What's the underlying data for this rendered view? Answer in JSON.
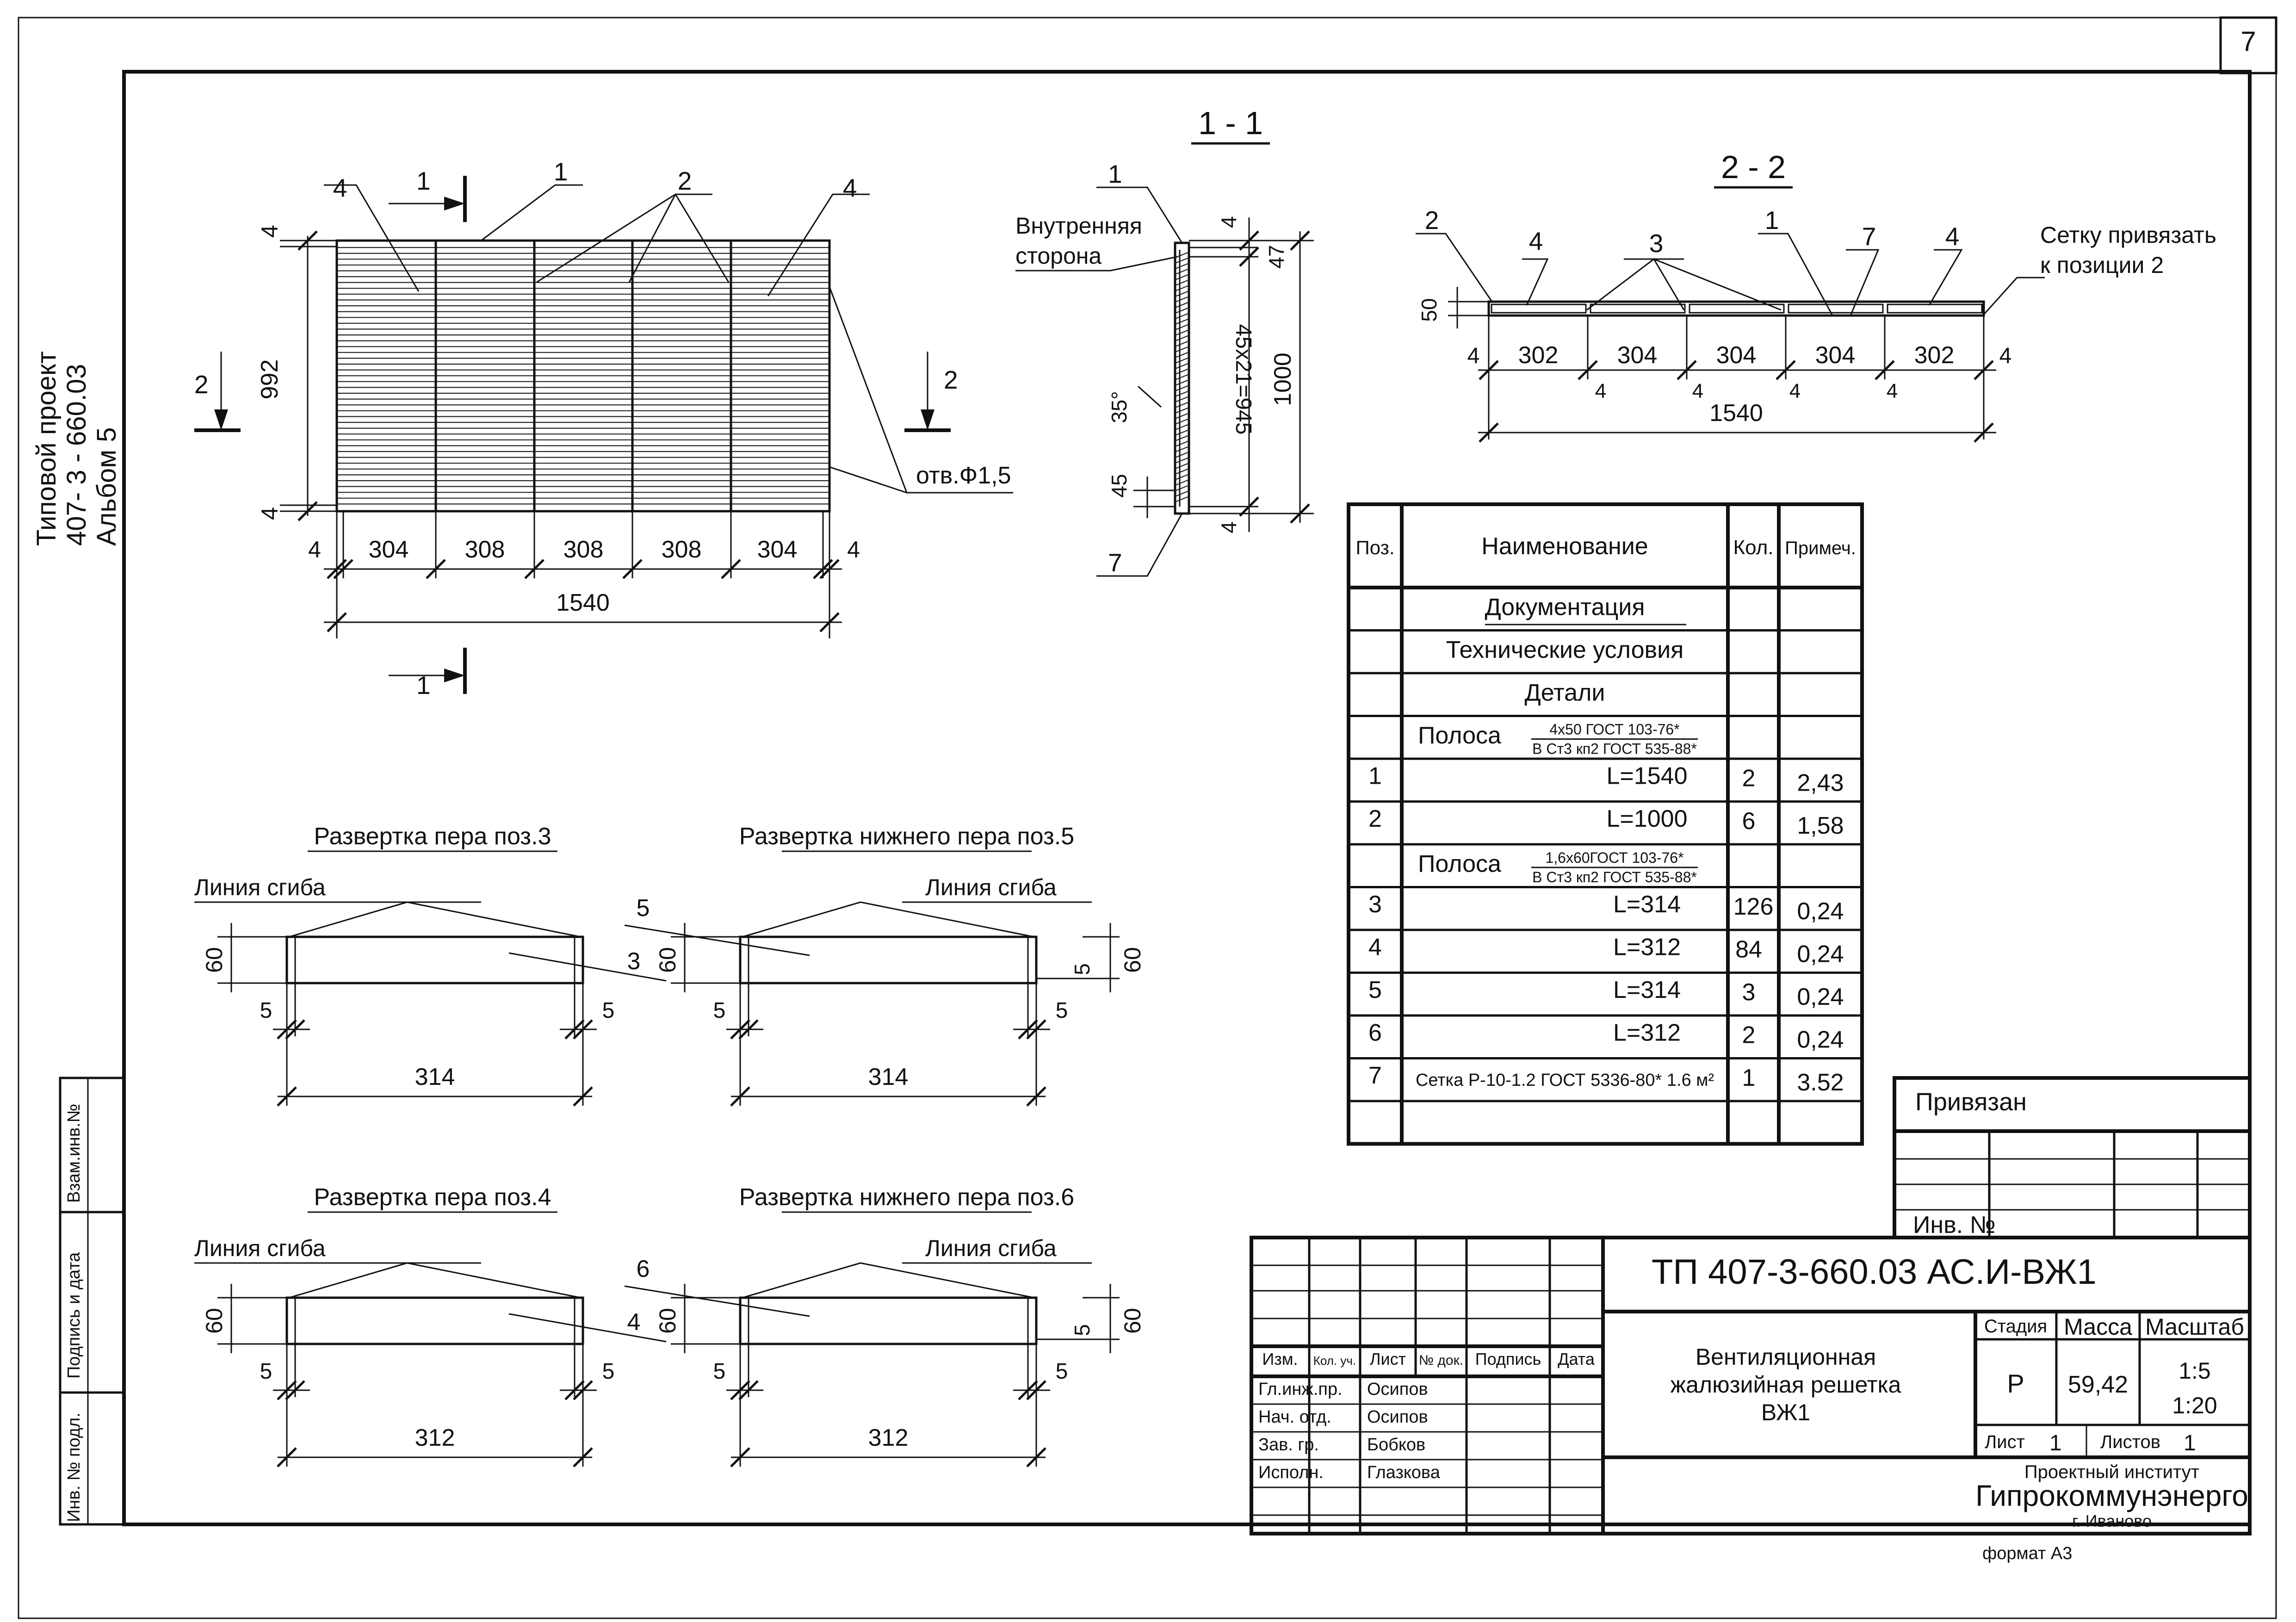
{
  "sheet_number": "7",
  "side_label": {
    "line1": "Типовой проект",
    "line2": "407- 3 - 660.03",
    "line3": "Альбом 5"
  },
  "left_stamp": {
    "vzam": "Взам.инв.№",
    "podpis": "Подпись и дата",
    "inv": "Инв. № подл."
  },
  "plan": {
    "callouts": {
      "c4a": "4",
      "c1": "1",
      "c2": "2",
      "c4b": "4"
    },
    "cut1_top": "1",
    "cut1_bottom": "1",
    "cut2_left": "2",
    "cut2_right": "2",
    "dim_height": "992",
    "dim_top": "4",
    "dim_bottom": "4",
    "dims_bottom": [
      "4",
      "304",
      "308",
      "308",
      "308",
      "304",
      "4"
    ],
    "dim_total": "1540",
    "hole_label": "отв.Ф1,5"
  },
  "section11": {
    "title": "1 - 1",
    "inner_side_l1": "Внутренняя",
    "inner_side_l2": "сторона",
    "c1": "1",
    "c7": "7",
    "dim_top4": "4",
    "dim_47": "47",
    "dim_slats": "45x21=945",
    "dim_1000": "1000",
    "angle": "35°",
    "dim_45": "45",
    "dim_bottom4": "4"
  },
  "section22": {
    "title": "2 - 2",
    "c2": "2",
    "c4a": "4",
    "c3": "3",
    "c1": "1",
    "c7": "7",
    "c4b": "4",
    "note_l1": "Сетку привязать",
    "note_l2": "к позиции 2",
    "dim_50": "50",
    "dims": [
      "4",
      "302",
      "304",
      "304",
      "304",
      "302",
      "4"
    ],
    "dims_small": [
      "4",
      "4",
      "4",
      "4"
    ],
    "dim_total": "1540"
  },
  "developments": [
    {
      "title": "Развертка пера поз.3",
      "bend": "Линия сгиба",
      "h": "60",
      "pos": "3",
      "left": "5",
      "right": "5",
      "len": "314"
    },
    {
      "title": "Развертка нижнего пера поз.5",
      "bend": "Линия сгиба",
      "h": "60",
      "pos": "5",
      "left": "5",
      "right": "5",
      "len": "314",
      "right_small": "5"
    },
    {
      "title": "Развертка пера поз.4",
      "bend": "Линия сгиба",
      "h": "60",
      "pos": "4",
      "left": "5",
      "right": "5",
      "len": "312"
    },
    {
      "title": "Развертка нижнего пера поз.6",
      "bend": "Линия сгиба",
      "h": "60",
      "pos": "6",
      "left": "5",
      "right": "5",
      "len": "312",
      "right_small": "5"
    }
  ],
  "spec": {
    "headers": {
      "pos": "Поз.",
      "name": "Наименование",
      "qty": "Кол.",
      "note": "Примеч."
    },
    "rows": [
      {
        "pos": "",
        "name": "Документация",
        "qty": "",
        "note": ""
      },
      {
        "pos": "",
        "name": "Технические условия",
        "qty": "",
        "note": ""
      },
      {
        "pos": "",
        "name": "Детали",
        "qty": "",
        "note": ""
      },
      {
        "pos": "",
        "name": "Полоса",
        "frac_top": "4x50 ГОСТ 103-76*",
        "frac_bottom": "В Ст3 кп2 ГОСТ 535-88*",
        "qty": "",
        "note": ""
      },
      {
        "pos": "1",
        "name": "L=1540",
        "qty": "2",
        "note": "2,43"
      },
      {
        "pos": "2",
        "name": "L=1000",
        "qty": "6",
        "note": "1,58"
      },
      {
        "pos": "",
        "name": "Полоса",
        "frac_top": "1,6x60ГОСТ 103-76*",
        "frac_bottom": "В Ст3 кп2 ГОСТ 535-88*",
        "qty": "",
        "note": ""
      },
      {
        "pos": "3",
        "name": "L=314",
        "qty": "126",
        "note": "0,24"
      },
      {
        "pos": "4",
        "name": "L=312",
        "qty": "84",
        "note": "0,24"
      },
      {
        "pos": "5",
        "name": "L=314",
        "qty": "3",
        "note": "0,24"
      },
      {
        "pos": "6",
        "name": "L=312",
        "qty": "2",
        "note": "0,24"
      },
      {
        "pos": "7",
        "name": "Сетка Р-10-1.2 ГОСТ 5336-80* 1.6 м²",
        "qty": "1",
        "note": "3.52"
      },
      {
        "pos": "",
        "name": "",
        "qty": "",
        "note": ""
      }
    ]
  },
  "privyazan": {
    "title": "Привязан",
    "inv": "Инв. №"
  },
  "title_block": {
    "code": "ТП  407-3-660.03  АС.И-ВЖ1",
    "headers": {
      "izm": "Изм.",
      "kol": "Кол. уч.",
      "list": "Лист",
      "ndok": "№ док.",
      "podpis": "Подпись",
      "data": "Дата"
    },
    "roles": [
      {
        "role": "Гл.инж.пр.",
        "name": "Осипов"
      },
      {
        "role": "Нач. отд.",
        "name": "Осипов"
      },
      {
        "role": "Зав. гр.",
        "name": "Бобков"
      },
      {
        "role": "Исполн.",
        "name": "Глазкова"
      }
    ],
    "name_l1": "Вентиляционная",
    "name_l2": "жалюзийная решетка",
    "name_l3": "ВЖ1",
    "stage_h": "Стадия",
    "mass_h": "Масса",
    "scale_h": "Масштаб",
    "stage": "Р",
    "mass": "59,42",
    "scale1": "1:5",
    "scale2": "1:20",
    "sheet_label": "Лист",
    "sheet_val": "1",
    "sheets_label": "Листов",
    "sheets_val": "1",
    "inst_l1": "Проектный институт",
    "inst_l2": "Гипрокоммунэнерго",
    "inst_l3": "г. Иваново",
    "format": "формат А3"
  }
}
